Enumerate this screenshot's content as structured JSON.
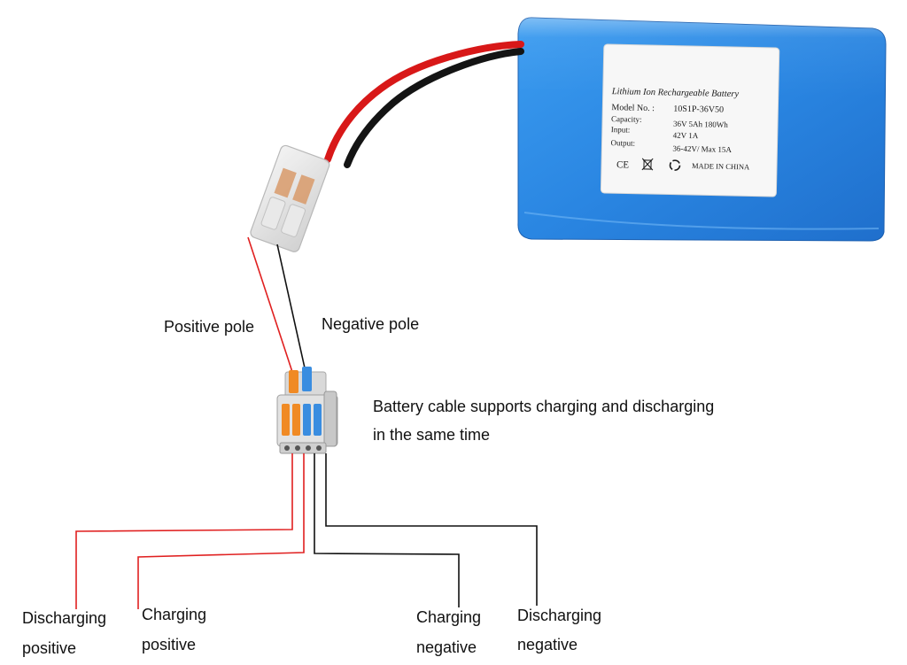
{
  "battery": {
    "title": "Lithium Ion Rechargeable Battery",
    "model_key": "Model No. :",
    "model_value": "10S1P-36V50",
    "capacity_key": "Capacity:",
    "capacity_value": "36V   5Ah   180Wh",
    "input_key": "Input:",
    "input_value": "42V 1A",
    "output_key": "Output:",
    "output_value": "36-42V/ Max 15A",
    "ce_mark": "CE",
    "made_in": "MADE IN CHINA",
    "body_color": "#2a8be6",
    "icons": [
      "ce-mark-icon",
      "crossed-bin-icon",
      "recycle-icon"
    ]
  },
  "labels": {
    "positive_pole": "Positive pole",
    "negative_pole": "Negative pole",
    "note_line1": "Battery cable supports charging and discharging",
    "note_line2": "in the same time",
    "discharging_positive_1": "Discharging",
    "discharging_positive_2": "positive",
    "charging_positive_1": "Charging",
    "charging_positive_2": "positive",
    "charging_negative_1": "Charging",
    "charging_negative_2": "negative",
    "discharging_negative_1": "Discharging",
    "discharging_negative_2": "negative"
  },
  "wires": {
    "positive_color": "#e02020",
    "negative_color": "#111111"
  },
  "connector": {
    "lever_colors": [
      "#f08a24",
      "#3a8de0",
      "#f08a24",
      "#f08a24",
      "#3a8de0",
      "#3a8de0"
    ]
  }
}
